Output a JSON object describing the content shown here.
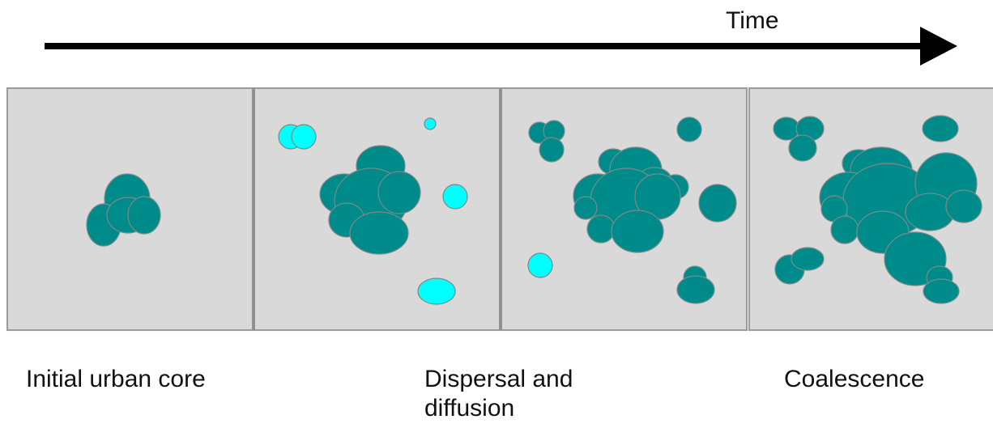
{
  "time_axis": {
    "label": "Time"
  },
  "stages": [
    {
      "label": "Initial urban core"
    },
    {
      "label": "Dispersal and diffusion"
    },
    {
      "label": "Coalescence"
    }
  ],
  "colors": {
    "panel_fill": "#d9d9d9",
    "panel_border": "#9a9a9a",
    "urban_fill": "#008b8b",
    "new_growth_fill": "#00ffff",
    "outline": "#7a8a8a",
    "arrow": "#000000"
  }
}
